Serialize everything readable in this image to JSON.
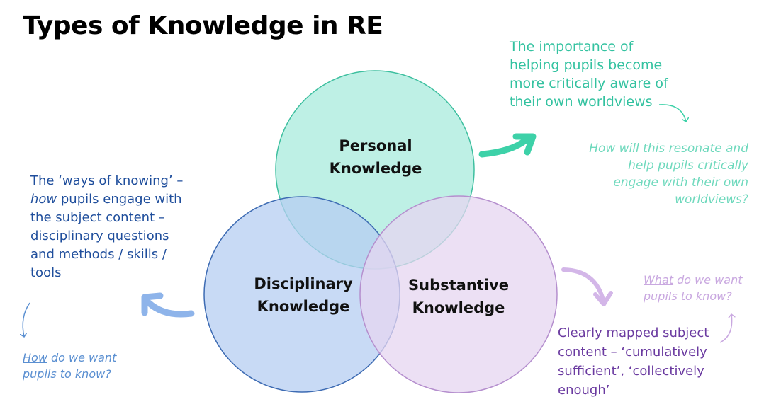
{
  "title": "Types of Knowledge in RE",
  "colors": {
    "personal_fill": "#b3ede0",
    "personal_stroke": "#3dbf9f",
    "disciplinary_fill": "#b5cdf2",
    "disciplinary_stroke": "#3d6bb3",
    "substantive_fill": "#e6d6f0",
    "substantive_stroke": "#b58fce",
    "teal_text": "#33c2a0",
    "blue_text": "#1f4e9c",
    "light_blue_text": "#5a8fd1",
    "purple_text": "#6a3aa0",
    "light_purple_text": "#b58fce"
  },
  "circles": {
    "personal": {
      "line1": "Personal",
      "line2": "Knowledge"
    },
    "disciplinary": {
      "line1": "Disciplinary",
      "line2": "Knowledge"
    },
    "substantive": {
      "line1": "Substantive",
      "line2": "Knowledge"
    }
  },
  "personal_note": {
    "lines": [
      "The importance of",
      "helping pupils become",
      "more critically aware of",
      "their own worldviews"
    ]
  },
  "personal_question": {
    "lines": [
      "How will this resonate and",
      "help pupils critically",
      "engage with their own",
      "worldviews?"
    ]
  },
  "disciplinary_note": {
    "line1": "The ‘ways of knowing’ –",
    "line2_em": "how",
    "line2_rest": " pupils engage with",
    "lines_rest": [
      "the subject content –",
      "disciplinary questions",
      "and methods / skills /",
      "tools"
    ]
  },
  "disciplinary_question": {
    "line1_u": "How",
    "line1_rest": " do we want",
    "line2": "pupils to know?"
  },
  "substantive_note": {
    "lines": [
      "Clearly mapped subject",
      "content – ‘cumulatively",
      "sufficient’, ‘collectively",
      "enough’"
    ]
  },
  "substantive_question": {
    "line1_u": "What",
    "line1_rest": " do we want",
    "line2": "pupils to know?"
  }
}
